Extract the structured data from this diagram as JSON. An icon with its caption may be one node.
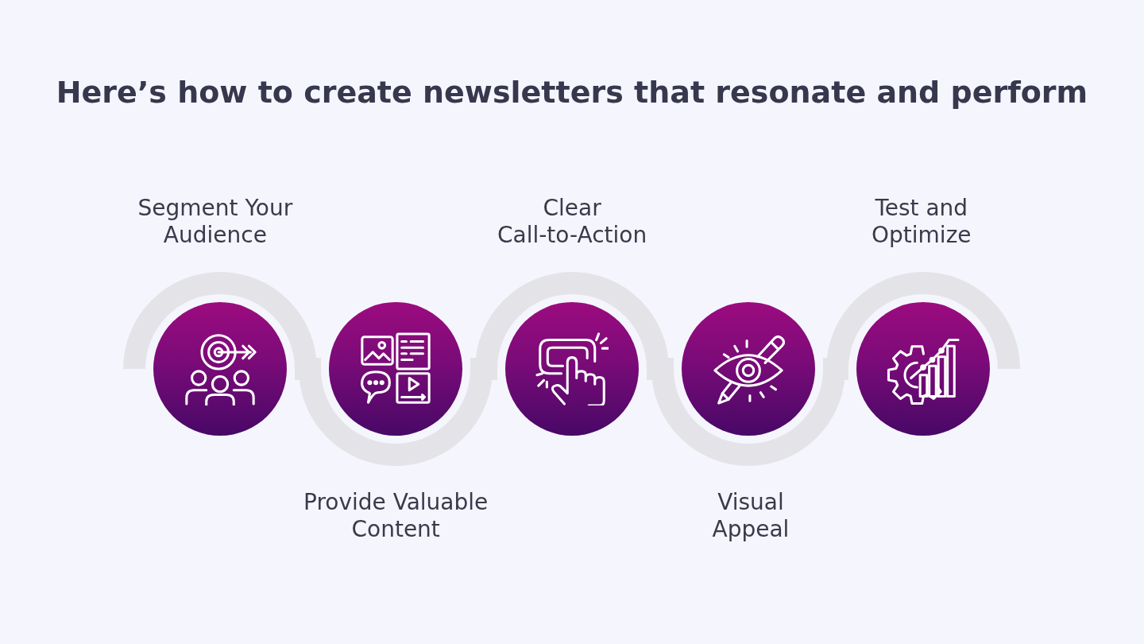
{
  "diagram": {
    "title": "Here’s how to create newsletters that resonate and perform",
    "nodes": [
      {
        "text": [
          "Segment Your Audience"
        ]
      },
      {
        "text": [
          "Provide Valuable Content"
        ]
      },
      {
        "text": [
          "Clear Call-to-Action"
        ]
      },
      {
        "text": [
          "Visual Appeal"
        ]
      },
      {
        "text": [
          "Test and Optimize"
        ]
      }
    ]
  }
}
